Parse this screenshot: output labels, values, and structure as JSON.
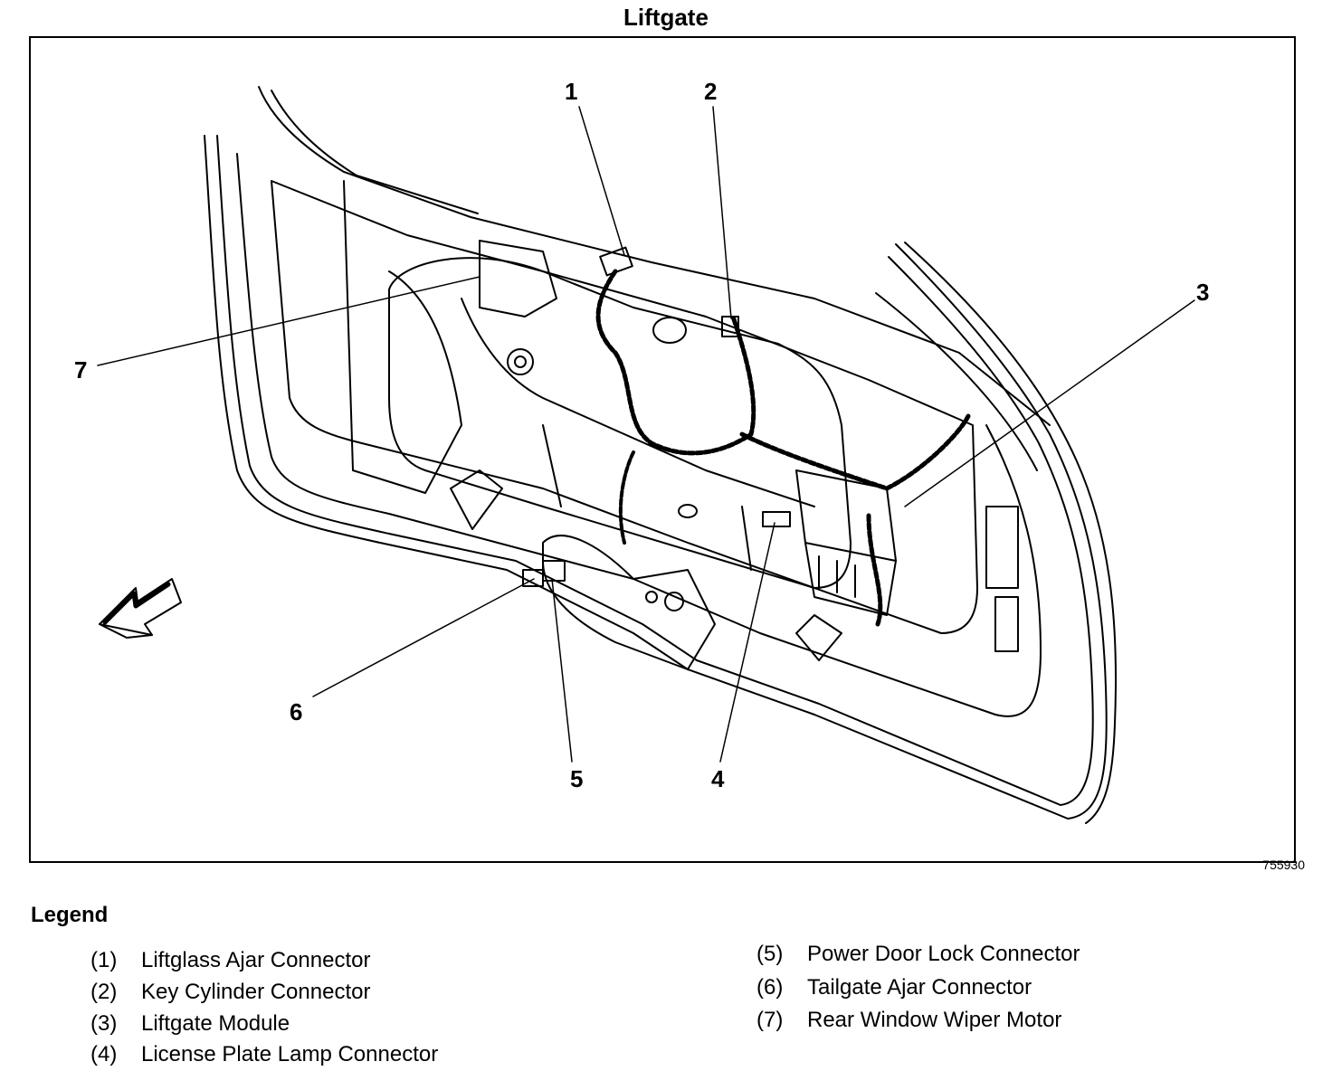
{
  "title": "Liftgate",
  "figure_number": "755930",
  "callouts": [
    {
      "num": "1"
    },
    {
      "num": "2"
    },
    {
      "num": "3"
    },
    {
      "num": "4"
    },
    {
      "num": "5"
    },
    {
      "num": "6"
    },
    {
      "num": "7"
    }
  ],
  "legend": {
    "heading": "Legend",
    "items": [
      {
        "num": "(1)",
        "label": "Liftglass Ajar Connector"
      },
      {
        "num": "(2)",
        "label": "Key Cylinder Connector"
      },
      {
        "num": "(3)",
        "label": "Liftgate Module"
      },
      {
        "num": "(4)",
        "label": "License Plate Lamp Connector"
      },
      {
        "num": "(5)",
        "label": "Power Door Lock Connector"
      },
      {
        "num": "(6)",
        "label": "Tailgate Ajar Connector"
      },
      {
        "num": "(7)",
        "label": "Rear Window Wiper Motor"
      }
    ]
  },
  "colors": {
    "ink": "#000000",
    "paper": "#ffffff"
  },
  "icons": {
    "direction_arrow": "forward-arrow-icon"
  }
}
